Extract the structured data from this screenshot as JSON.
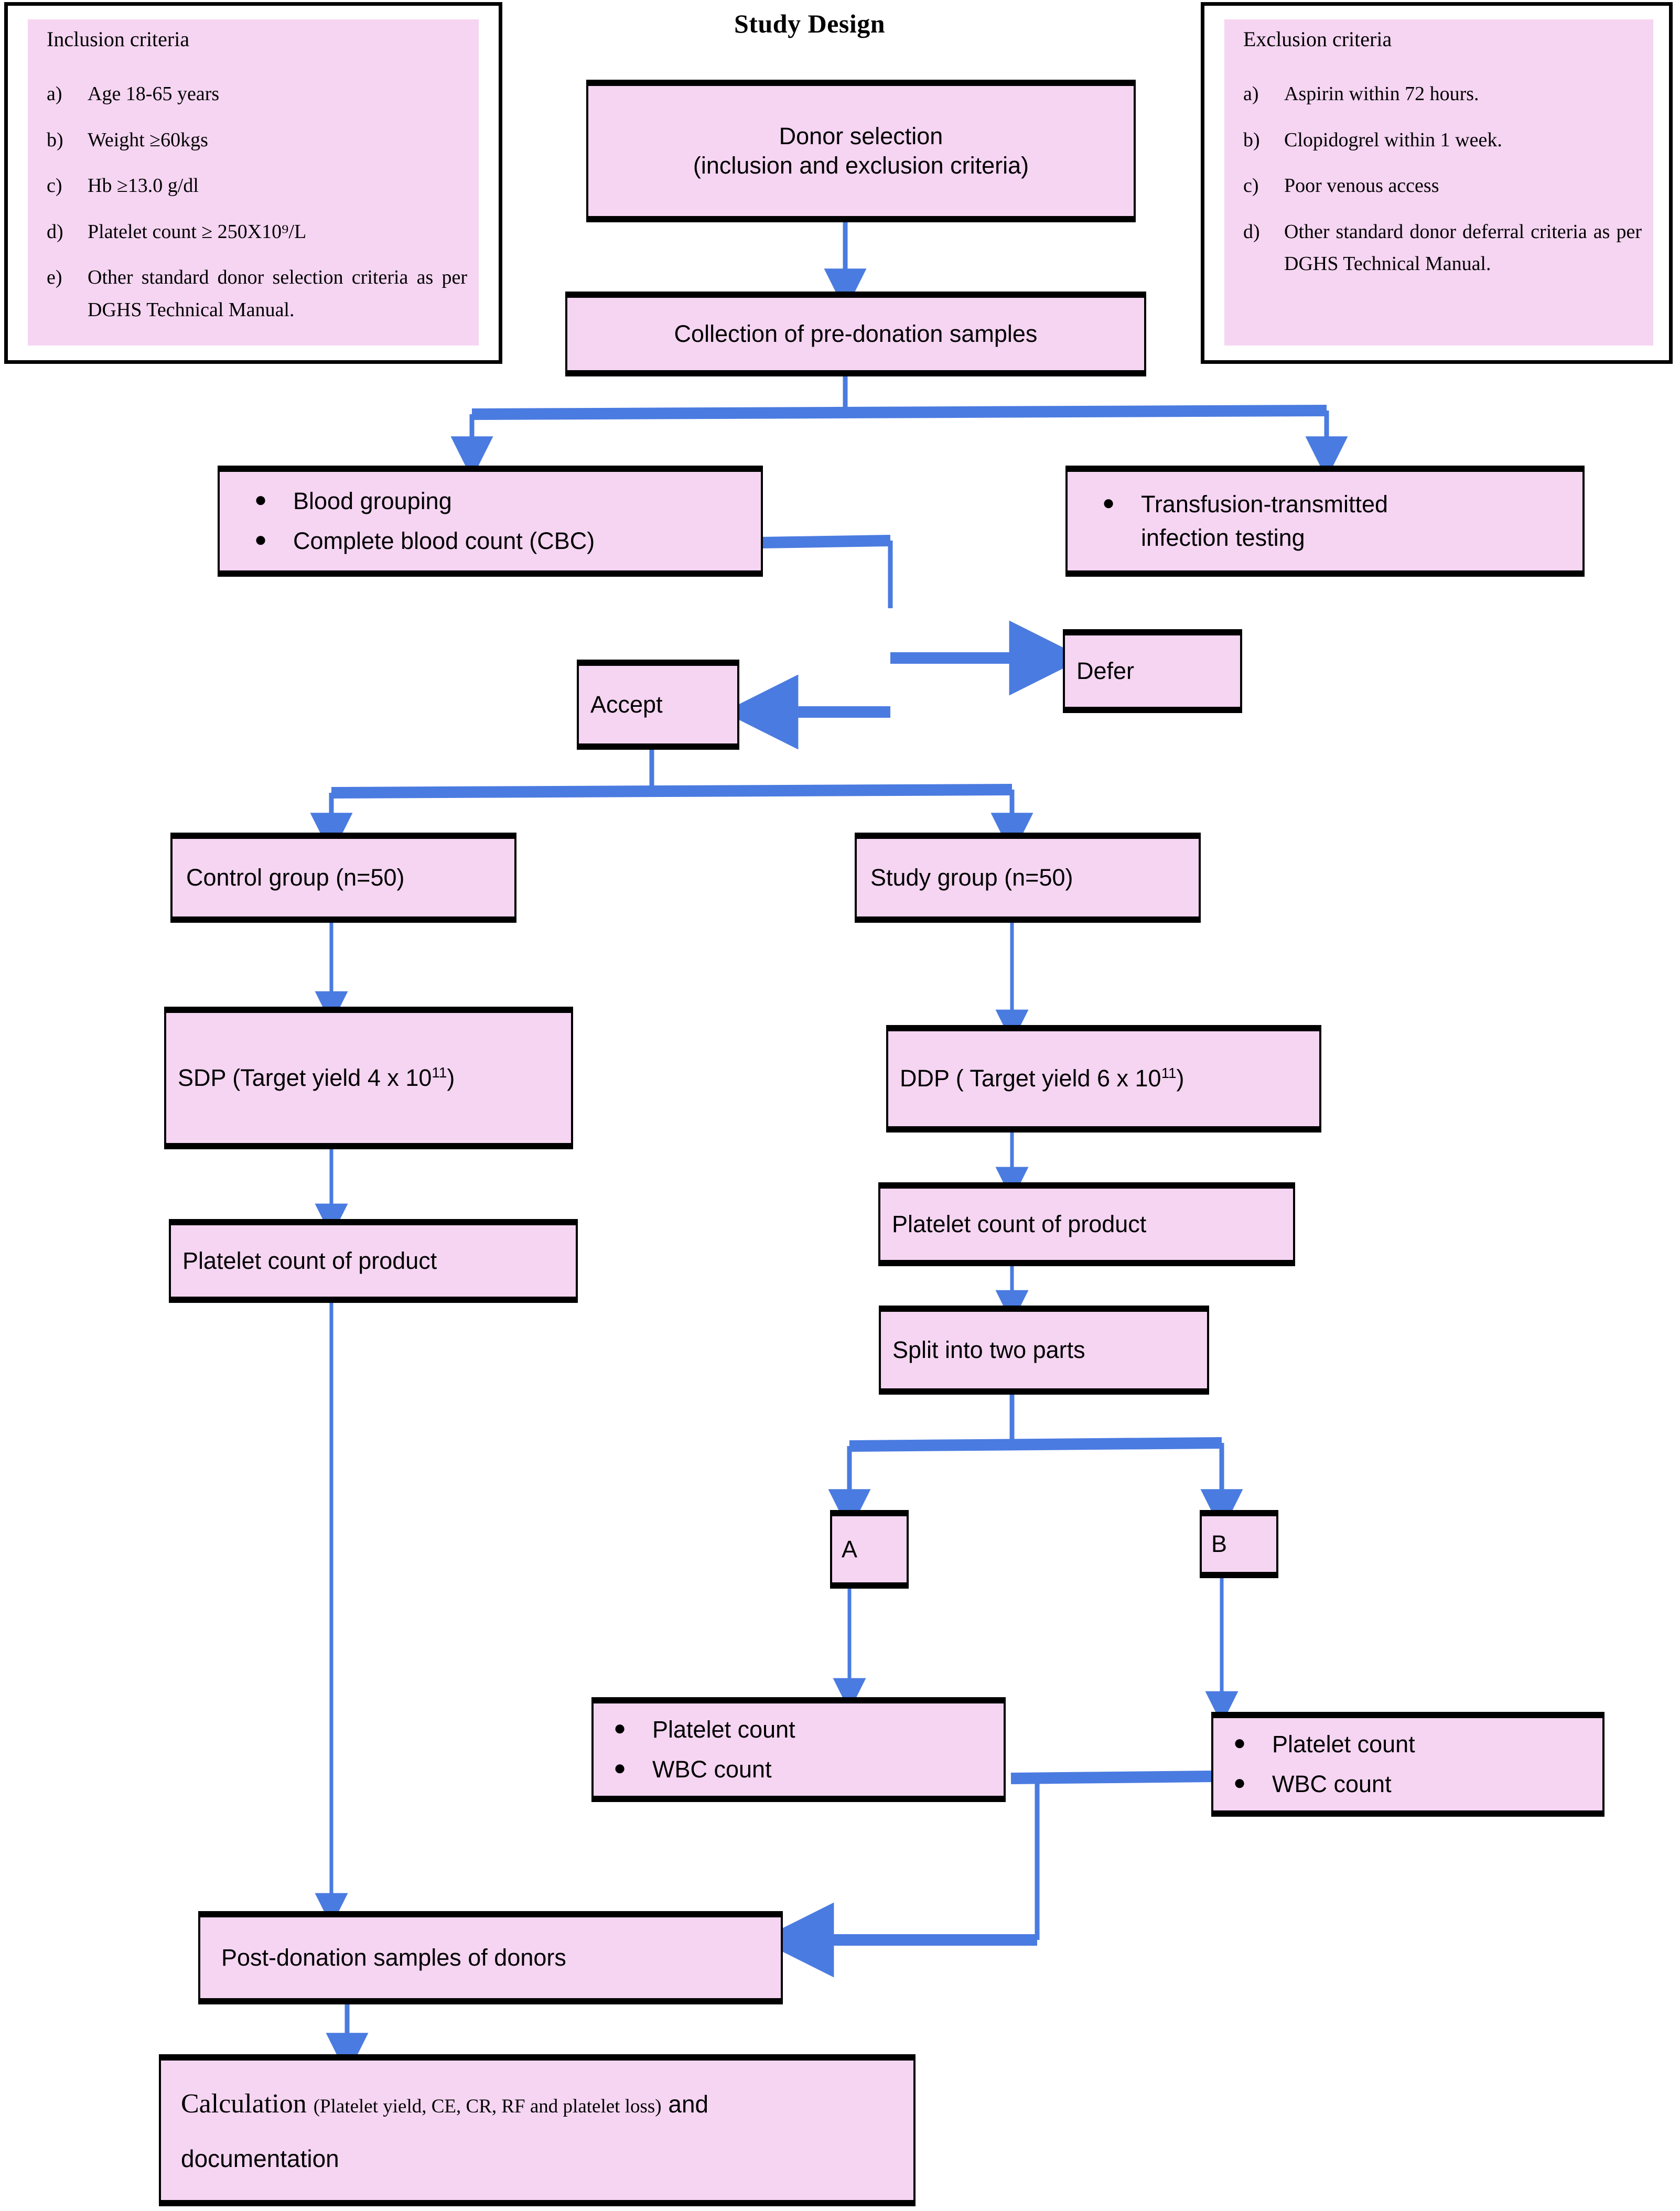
{
  "title": "Study Design",
  "colors": {
    "box_fill": "#F5D5F2",
    "box_border": "#000000",
    "connector": "#4A7BE0",
    "page_background": "#FFFFFF"
  },
  "inclusion": {
    "heading": "Inclusion criteria",
    "items": [
      {
        "marker": "a)",
        "text": "Age 18-65 years"
      },
      {
        "marker": "b)",
        "text": "Weight ≥60kgs"
      },
      {
        "marker": "c)",
        "text": "Hb ≥13.0 g/dl"
      },
      {
        "marker": "d)",
        "text": "Platelet count ≥ 250X10⁹/L"
      },
      {
        "marker": "e)",
        "text": "Other standard donor selection criteria as per DGHS Technical Manual."
      }
    ]
  },
  "exclusion": {
    "heading": "Exclusion criteria",
    "items": [
      {
        "marker": "a)",
        "text": "Aspirin within 72 hours."
      },
      {
        "marker": "b)",
        "text": "Clopidogrel within 1 week."
      },
      {
        "marker": "c)",
        "text": "Poor venous access"
      },
      {
        "marker": "d)",
        "text": "Other standard donor deferral criteria as per DGHS Technical Manual."
      }
    ]
  },
  "nodes": {
    "donor_selection": {
      "line1": "Donor selection",
      "line2": "(inclusion and exclusion criteria)"
    },
    "collection": "Collection of pre-donation samples",
    "pre_tests_left": [
      "Blood grouping",
      "Complete blood count (CBC)"
    ],
    "pre_tests_right": [
      "Transfusion-transmitted",
      "infection testing"
    ],
    "accept": "Accept",
    "defer": "Defer",
    "control_group": "Control group (n=50)",
    "study_group": "Study group (n=50)",
    "sdp": {
      "prefix": "SDP (Target yield 4 x 10",
      "exponent": "11",
      "suffix": ")"
    },
    "ddp": {
      "prefix": "DDP ( Target yield 6 x 10",
      "exponent": "11",
      "suffix": ")"
    },
    "platelet_count_product_left": "Platelet count of product",
    "platelet_count_product_right": "Platelet count of product",
    "split": "Split into two parts",
    "part_a": "A",
    "part_b": "B",
    "counts_a": [
      "Platelet count",
      "WBC count"
    ],
    "counts_b": [
      "Platelet count",
      "WBC count"
    ],
    "post_donation": "Post-donation samples of donors",
    "calculation": {
      "main": "Calculation ",
      "detail": "(Platelet yield, CE, CR, RF and platelet loss)",
      "tail": " and",
      "second_line": "documentation"
    }
  },
  "bullet_glyph": "●"
}
